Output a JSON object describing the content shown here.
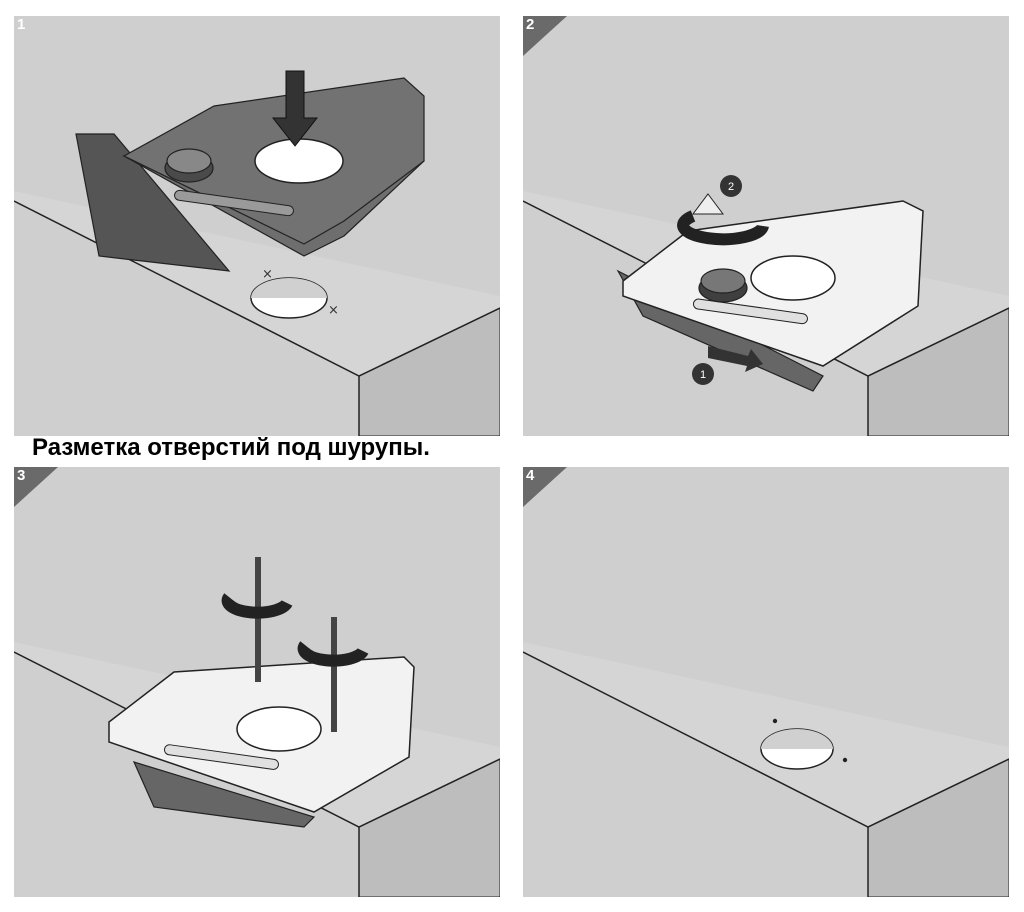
{
  "caption": "Разметка отверстий под шурупы.",
  "steps": [
    {
      "number": "1",
      "subject": "template-on-board",
      "arrows": []
    },
    {
      "number": "2",
      "subject": "template-adjust",
      "arrows": [
        "1",
        "2"
      ]
    },
    {
      "number": "3",
      "subject": "drilling-pilot-holes",
      "arrows": []
    },
    {
      "number": "4",
      "subject": "result-holes",
      "arrows": []
    }
  ],
  "colors": {
    "panel_bg": "#cfcfcf",
    "board_top": "#d3d3d3",
    "board_edge": "#b9b9b9",
    "template_dark": "#6e6e6e",
    "template_light": "#f2f2f2",
    "outline": "#222222"
  }
}
